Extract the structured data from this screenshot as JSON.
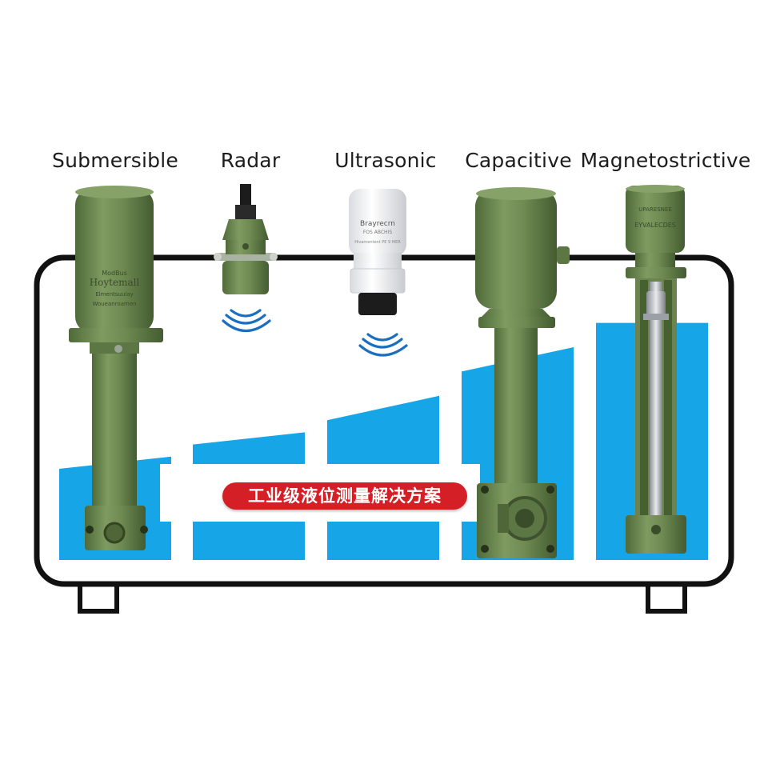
{
  "sensors": [
    {
      "key": "submersible",
      "label": "Submersible",
      "fill_level": 0.3
    },
    {
      "key": "radar",
      "label": "Radar",
      "fill_level": 0.38
    },
    {
      "key": "ultrasonic",
      "label": "Ultrasonic",
      "fill_level": 0.46
    },
    {
      "key": "capacitive",
      "label": "Capacitive",
      "fill_level": 0.62
    },
    {
      "key": "magnetostrictive",
      "label": "Magnetostrictive",
      "fill_level": 0.78
    }
  ],
  "banner": {
    "text": "工业级液位测量解决方案"
  },
  "device_markings": {
    "submersible": [
      "ModBus",
      "Hoytemall",
      "Elmentsuulay",
      "Woueanroamen"
    ],
    "ultrasonic": [
      "Brayrecrn",
      "FOS ABCHIS",
      "Hivamentent PE 9 MER"
    ],
    "magnetostrictive": [
      "UPARESNEE",
      "EYVALECDES"
    ]
  },
  "colors": {
    "tank_outline": "#111111",
    "water": "#16a5e6",
    "sensor_green": "#6f8a52",
    "sensor_green_dark": "#4e6638",
    "banner": "#d51f26",
    "ultrasonic_white": "#f2f3f5"
  }
}
